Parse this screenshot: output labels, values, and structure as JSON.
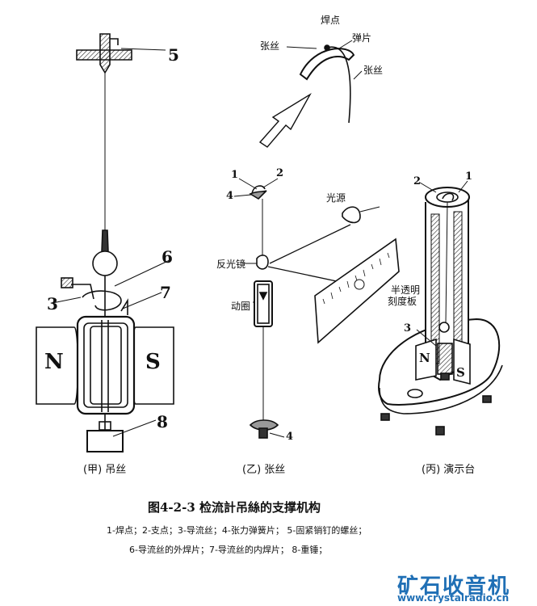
{
  "panel_jia": {
    "labels": {
      "n5": "5",
      "n6": "6",
      "n3": "3",
      "n7": "7",
      "n8": "8",
      "N": "N",
      "S": "S"
    },
    "caption": "(甲) 吊丝"
  },
  "panel_yi": {
    "labels": {
      "hanjian": "焊点",
      "danpian": "弹片",
      "zhangsi_left": "张丝",
      "zhangsi_right": "张丝",
      "n1": "1",
      "n2": "2",
      "n4_top": "4",
      "n4_bottom": "4",
      "guangyuan": "光源",
      "fanguangjing": "反光镜",
      "dongquan": "动圈",
      "kedu1": "半透明",
      "kedu2": "刻度板"
    },
    "caption": "(乙) 张丝"
  },
  "panel_bing": {
    "labels": {
      "n1": "1",
      "n2": "2",
      "n3": "3",
      "N": "N",
      "S": "S"
    },
    "caption": "(丙) 演示台"
  },
  "figure_title": "图4-2-3   检流計吊絲的支撑机构",
  "legend_line1": "1-焊点；2-支点；3-导流丝；4-张力弹簧片；  5-固紧销钉的螺丝；",
  "legend_line2": "6-导流丝的外焊片；7-导流丝的内焊片；  8-重锤；",
  "watermark": {
    "main": "矿石收音机",
    "url": "www.crystalradio.cn"
  },
  "colors": {
    "ink": "#111111",
    "watermark": "#1f6fb5"
  }
}
